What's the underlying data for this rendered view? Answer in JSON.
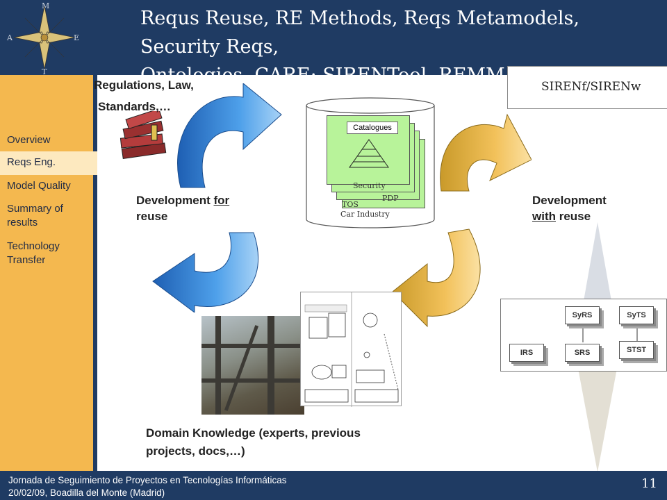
{
  "header": {
    "title_line1": "Requs Reuse, RE Methods, Reqs Metamodels, Security Reqs,",
    "title_line2": "Ontologies, CARE: SIRENTool, REMM-Studio…",
    "compass_letters": {
      "n": "M",
      "w": "A",
      "e": "E",
      "s": "T"
    }
  },
  "sidebar": {
    "items": [
      {
        "label": "Overview",
        "active": false
      },
      {
        "label": "Reqs Eng.",
        "active": true
      },
      {
        "label": "Model Quality",
        "active": false
      },
      {
        "label": "Summary of results",
        "active": false
      },
      {
        "label": "Technology Transfer",
        "active": false
      }
    ]
  },
  "main": {
    "regulations_line1": "Regulations, Law,",
    "regulations_line2": "Standards,…",
    "dev_for_reuse_pre": "Development ",
    "dev_for_reuse_u": "for",
    "dev_for_reuse_post": "reuse",
    "dev_with_reuse_pre": "Development",
    "dev_with_reuse_u": "with",
    "dev_with_reuse_post": " reuse",
    "siren_label": "SIRENf/SIRENw",
    "domain_knowledge_line1": "Domain Knowledge (experts, previous",
    "domain_knowledge_line2": "projects, docs,…)",
    "catalogue": {
      "header": "Catalogues",
      "layers": [
        "Security",
        "PDP",
        "TOS",
        "Car Industry"
      ]
    },
    "documents": [
      "SyRS",
      "SyTS",
      "IRS",
      "SRS",
      "STST"
    ]
  },
  "footer": {
    "line1": "Jornada de Seguimiento de Proyectos en Tecnologías Informáticas",
    "line2": "20/02/09,  Boadilla del Monte (Madrid)",
    "page": "11"
  },
  "colors": {
    "navy": "#1f3b63",
    "sidebar": "#f4b84f",
    "blue_arrow": "#3a86d6",
    "gold_arrow": "#f2c15a",
    "catalogue_green": "#b8f39a"
  }
}
